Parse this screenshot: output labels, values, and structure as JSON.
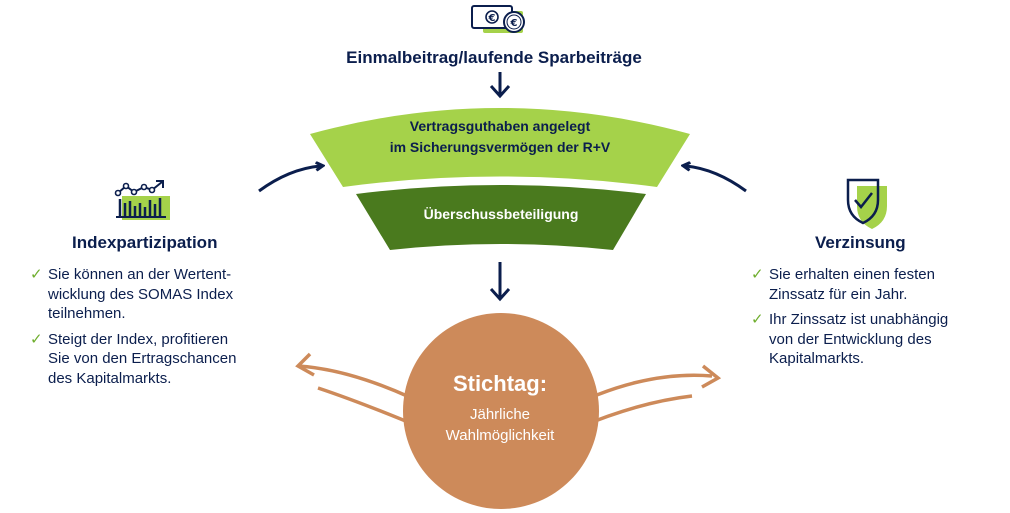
{
  "top": {
    "title": "Einmalbeitrag/laufende Sparbeiträge",
    "icon": "euro-money-icon"
  },
  "upper_band": {
    "line1": "Vertragsguthaben angelegt",
    "line2": "im Sicherungsvermögen der R+V",
    "color": "#a5d24a"
  },
  "lower_band": {
    "label": "Überschussbeteiligung",
    "color": "#4a7a1e"
  },
  "circle": {
    "title": "Stichtag:",
    "line1": "Jährliche",
    "line2": "Wahlmöglichkeit",
    "color": "#cd8a5a"
  },
  "left": {
    "title": "Indexpartizipation",
    "icon": "chart-growth-icon",
    "bullets": [
      {
        "lines": [
          "Sie können an der Wertent-",
          "wicklung des SOMAS Index",
          "teilnehmen."
        ]
      },
      {
        "lines": [
          "Steigt der Index, profitieren",
          "Sie von den Ertragschancen",
          "des Kapitalmarkts."
        ]
      }
    ]
  },
  "right": {
    "title": "Verzinsung",
    "icon": "shield-check-icon",
    "bullets": [
      {
        "lines": [
          "Sie erhalten einen festen",
          "Zinssatz für ein Jahr."
        ]
      },
      {
        "lines": [
          "Ihr Zinssatz ist unabhängig",
          "von der Entwicklung des",
          "Kapitalmarkts."
        ]
      }
    ]
  },
  "colors": {
    "navy": "#0b1e4d",
    "check": "#6fae2e",
    "icon_accent": "#a5d24a"
  }
}
